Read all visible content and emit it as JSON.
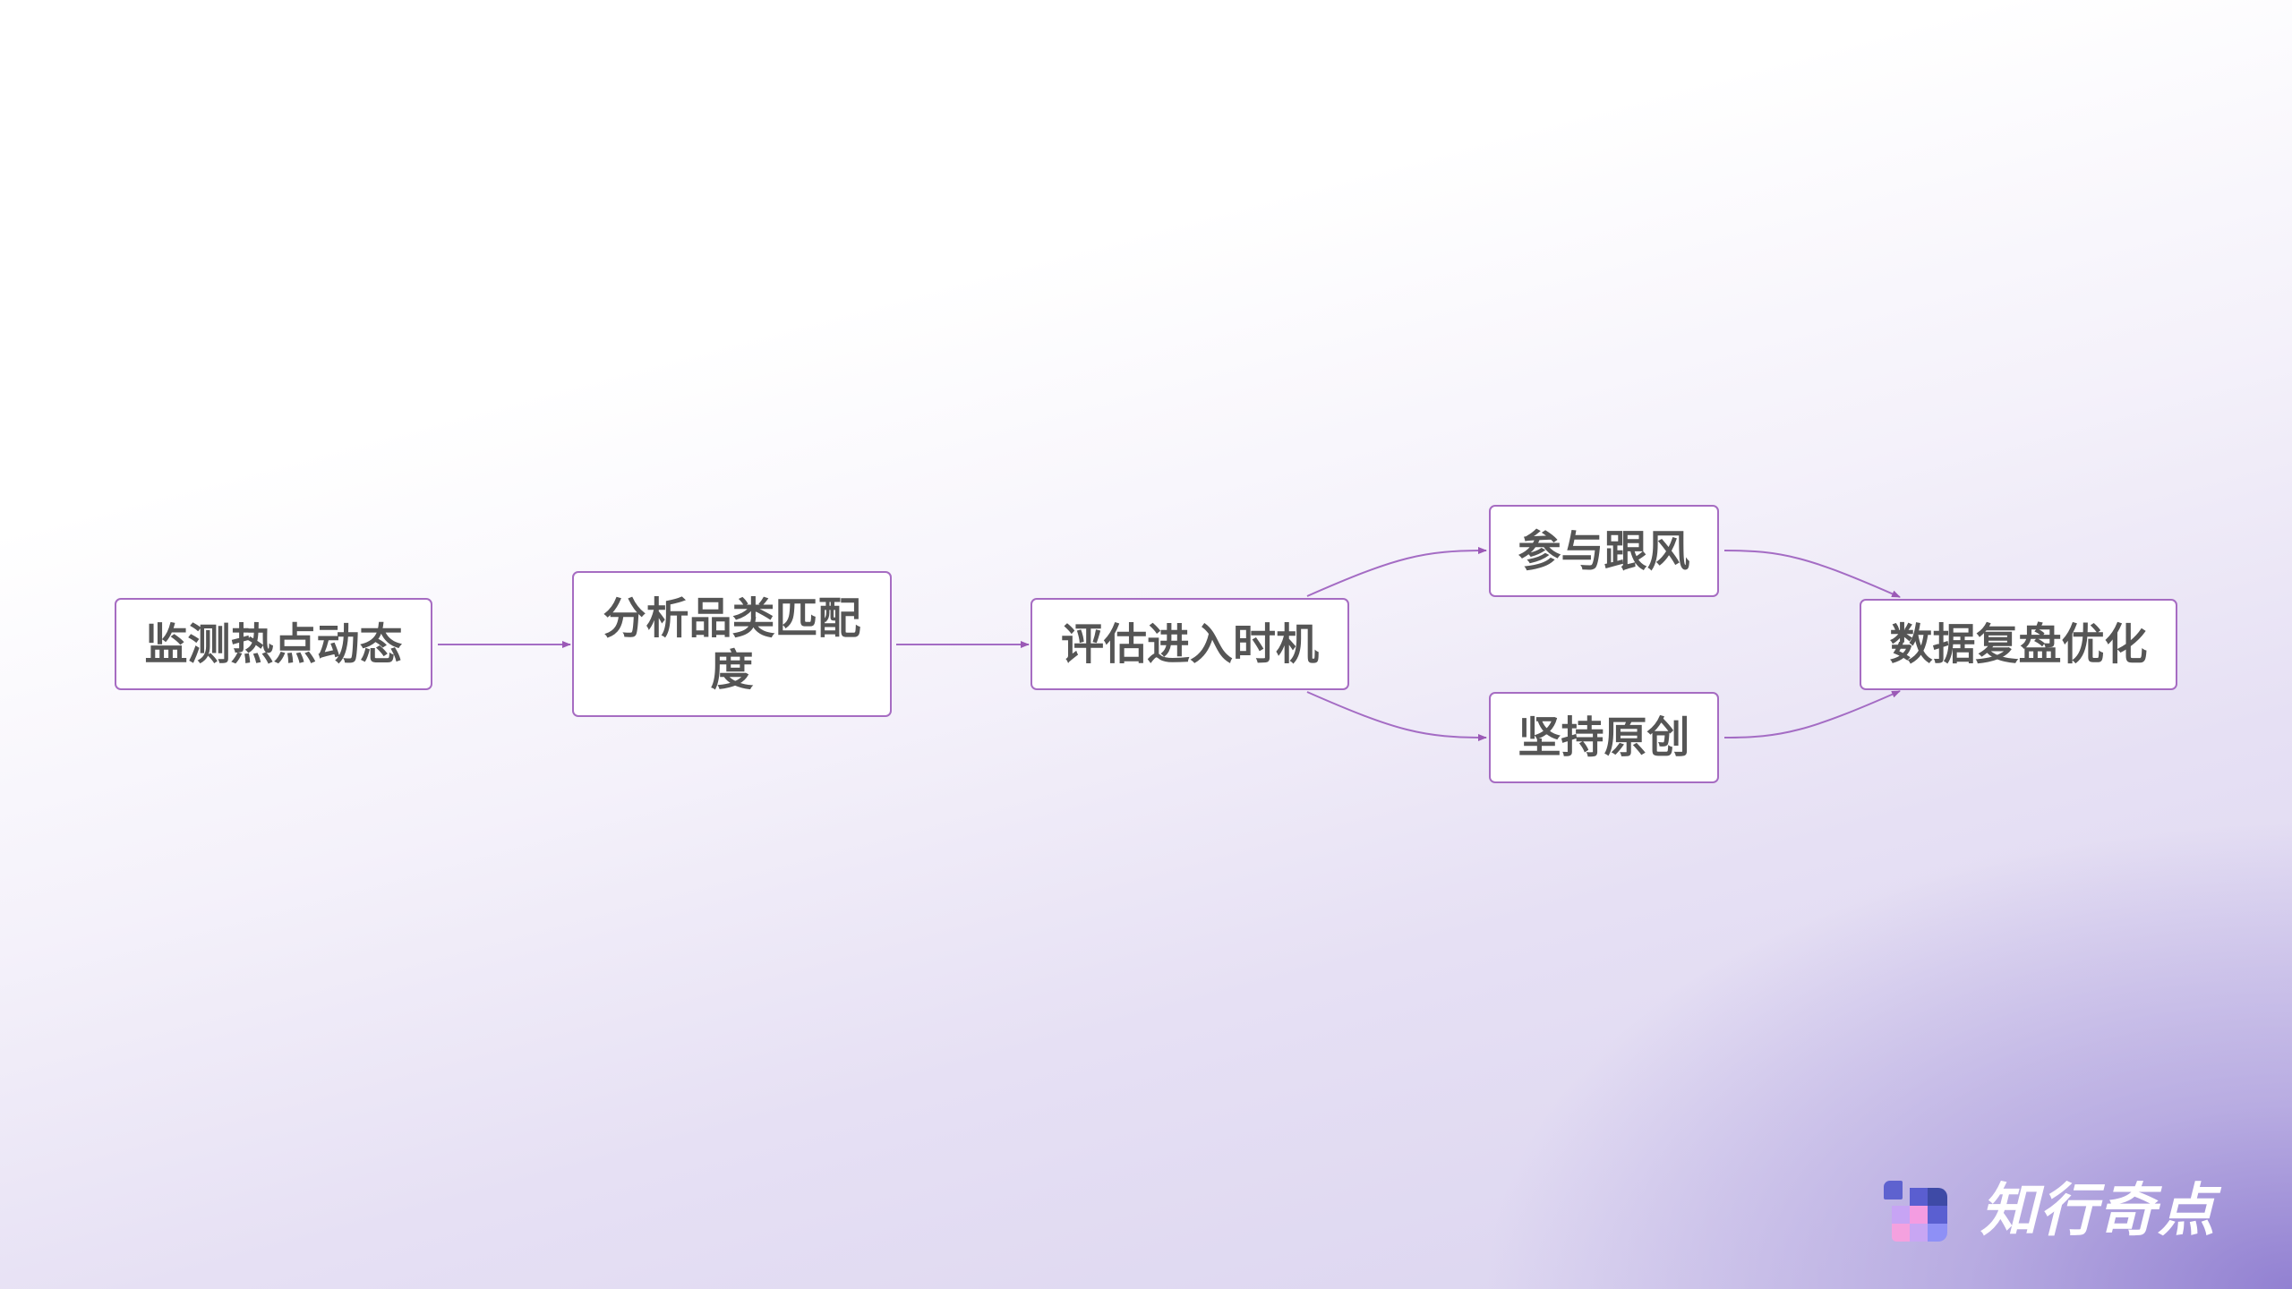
{
  "diagram": {
    "type": "flowchart",
    "direction": "left-to-right",
    "nodes": [
      {
        "id": "n1",
        "label": "监测热点动态"
      },
      {
        "id": "n2",
        "label": "分析品类匹配度",
        "lines": [
          "分析品类匹配",
          "度"
        ]
      },
      {
        "id": "n3",
        "label": "评估进入时机"
      },
      {
        "id": "n4",
        "label": "参与跟风"
      },
      {
        "id": "n5",
        "label": "坚持原创"
      },
      {
        "id": "n6",
        "label": "数据复盘优化"
      }
    ],
    "edges": [
      {
        "from": "n1",
        "to": "n2"
      },
      {
        "from": "n2",
        "to": "n3"
      },
      {
        "from": "n3",
        "to": "n4"
      },
      {
        "from": "n3",
        "to": "n5"
      },
      {
        "from": "n4",
        "to": "n6"
      },
      {
        "from": "n5",
        "to": "n6"
      }
    ]
  },
  "brand": {
    "name": "知行奇点",
    "icon": "pixel-grid-logo-icon"
  },
  "colors": {
    "node_border": "#a66cc2",
    "node_text": "#555555",
    "edge": "#9b59b6",
    "background_light": "#ffffff",
    "background_lavender": "#dcd6f0",
    "background_corner": "#9585d3"
  }
}
